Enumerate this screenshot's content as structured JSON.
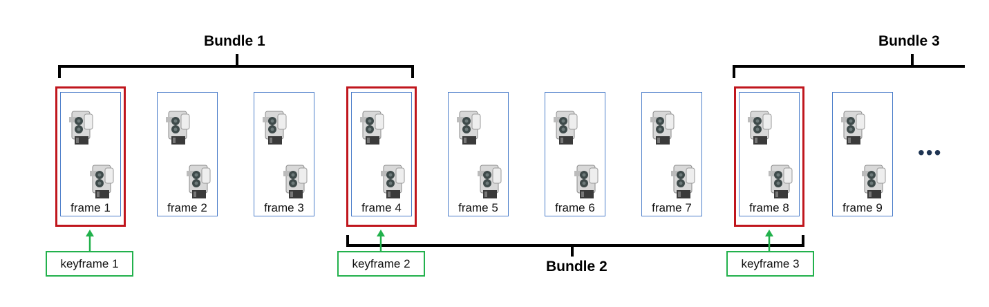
{
  "bundles": [
    {
      "label": "Bundle 1"
    },
    {
      "label": "Bundle 2"
    },
    {
      "label": "Bundle 3"
    }
  ],
  "frames": [
    {
      "label": "frame 1",
      "keyframe": true
    },
    {
      "label": "frame 2",
      "keyframe": false
    },
    {
      "label": "frame 3",
      "keyframe": false
    },
    {
      "label": "frame 4",
      "keyframe": true
    },
    {
      "label": "frame 5",
      "keyframe": false
    },
    {
      "label": "frame 6",
      "keyframe": false
    },
    {
      "label": "frame 7",
      "keyframe": false
    },
    {
      "label": "frame 8",
      "keyframe": true
    },
    {
      "label": "frame 9",
      "keyframe": false
    }
  ],
  "keyframes": [
    {
      "label": "keyframe 1"
    },
    {
      "label": "keyframe 2"
    },
    {
      "label": "keyframe 3"
    }
  ],
  "continuation_symbol": "•••",
  "colors": {
    "frame_border": "#4a7cc9",
    "keyframe_outline": "#c0161d",
    "keyframe_label_border": "#22b14c",
    "arrow": "#22b14c",
    "bracket": "#000000"
  }
}
